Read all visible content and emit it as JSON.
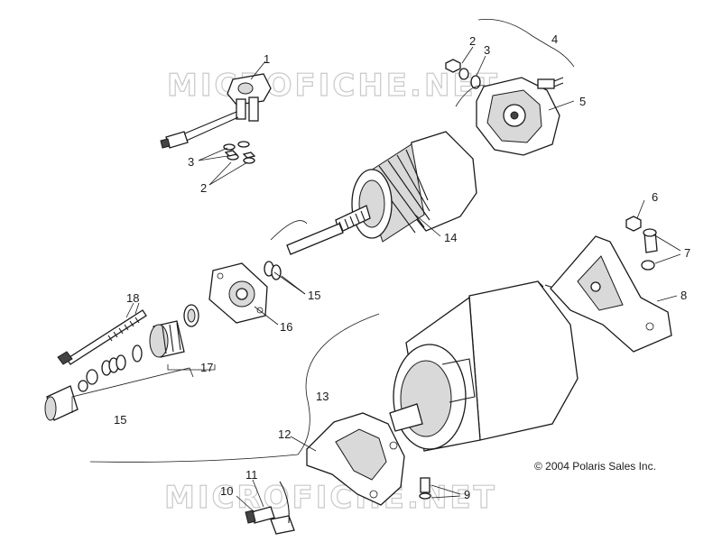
{
  "watermark": "MICROFICHE.NET",
  "copyright": "© 2004 Polaris Sales Inc.",
  "callouts": {
    "c1": "1",
    "c2_top": "2",
    "c3_top": "3",
    "c4": "4",
    "c5": "5",
    "c3_left": "3",
    "c2_left": "2",
    "c6": "6",
    "c7": "7",
    "c8": "8",
    "c14": "14",
    "c15_mid": "15",
    "c16": "16",
    "c18": "18",
    "c17": "17",
    "c13": "13",
    "c15_low": "15",
    "c12": "12",
    "c11": "11",
    "c10": "10",
    "c9": "9"
  }
}
